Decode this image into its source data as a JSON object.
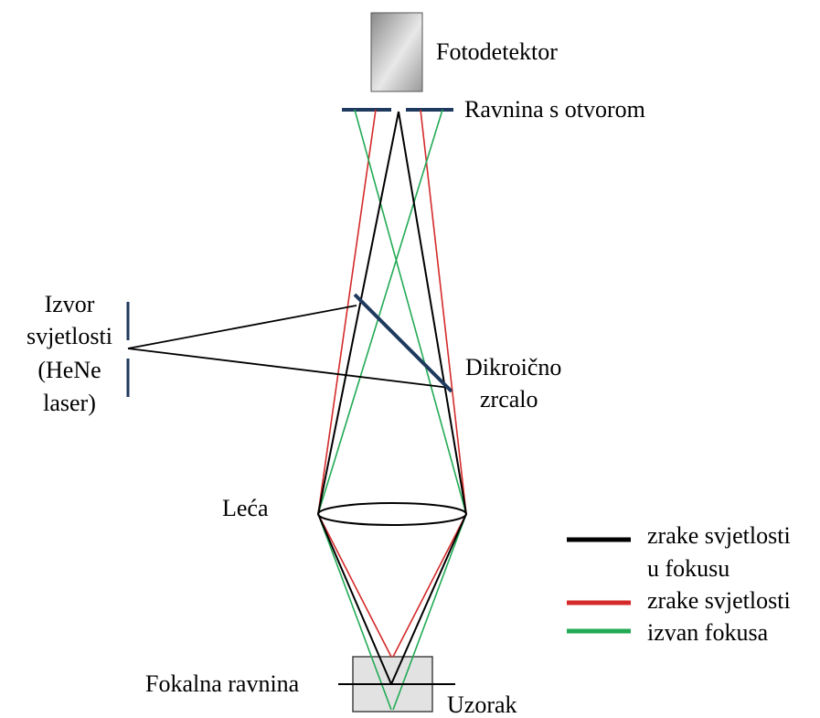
{
  "labels": {
    "photodetector": "Fotodetektor",
    "pinhole_plane": "Ravnina s otvorom",
    "light_source": [
      "Izvor",
      "svjetlosti",
      "(HeNe",
      "laser)"
    ],
    "dichroic_mirror": [
      "Dikroično",
      "zrcalo"
    ],
    "lens": "Leća",
    "focal_plane": "Fokalna ravnina",
    "sample": "Uzorak"
  },
  "legend": {
    "in_focus": [
      "zrake svjetlosti",
      "u fokusu"
    ],
    "out_of_focus": [
      "zrake svjetlosti",
      "izvan fokusa"
    ]
  },
  "colors": {
    "in_focus": "#000000",
    "out_of_focus_red": "#d42a2a",
    "out_of_focus_green": "#22aa55",
    "optics": "#1f3a5f"
  }
}
